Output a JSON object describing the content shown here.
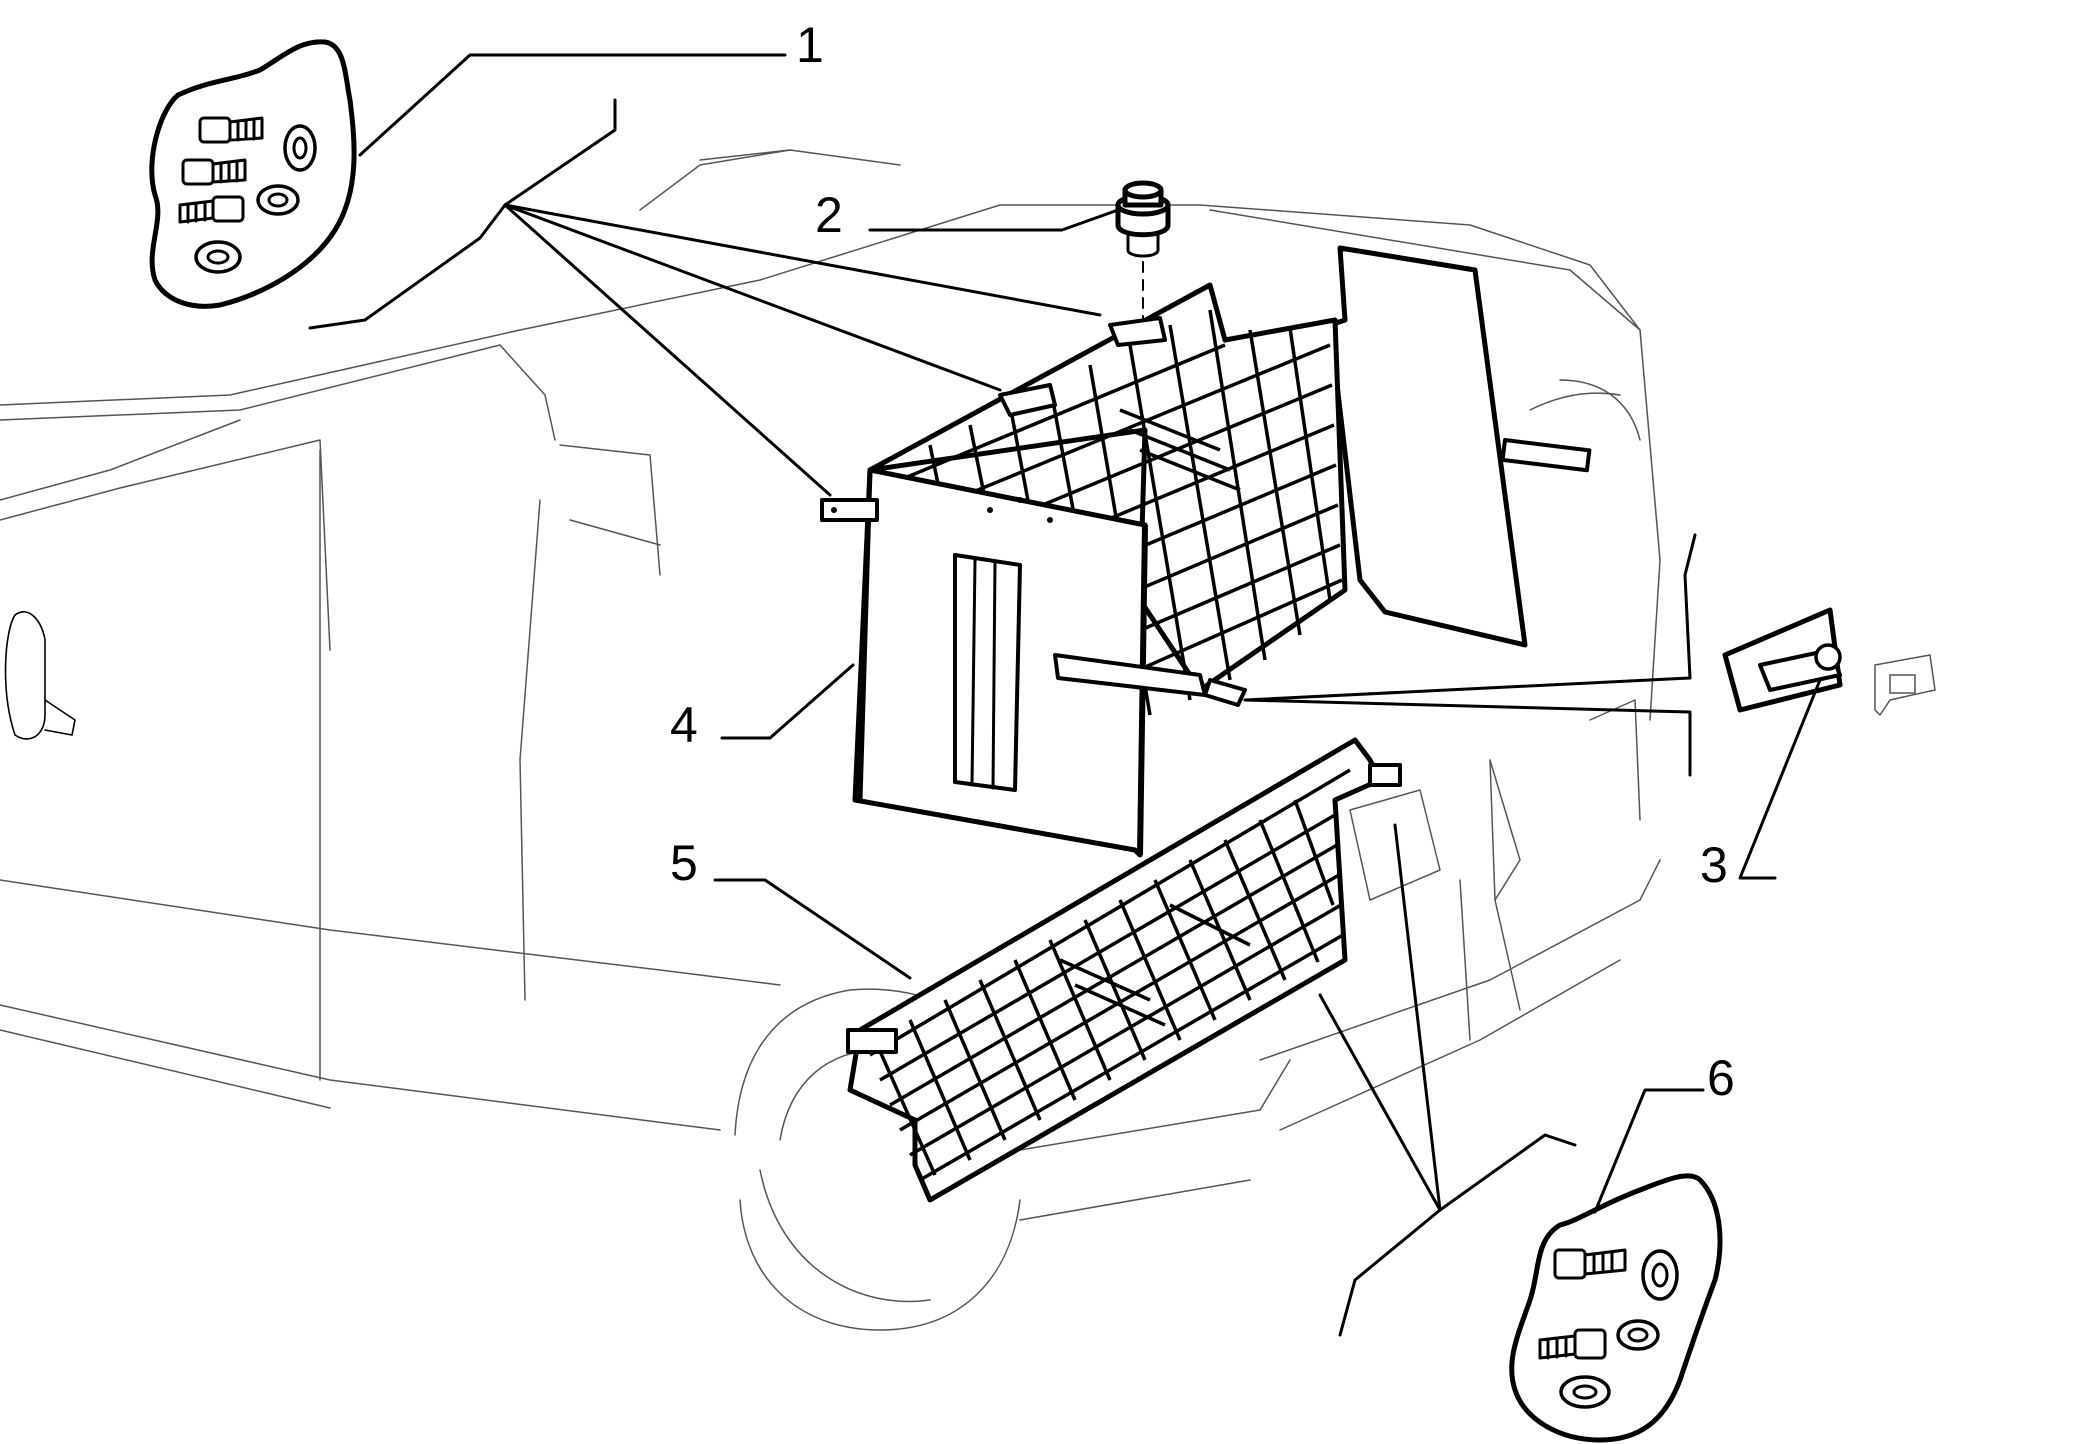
{
  "diagram": {
    "callouts": [
      {
        "id": "1",
        "label": "1"
      },
      {
        "id": "2",
        "label": "2"
      },
      {
        "id": "3",
        "label": "3"
      },
      {
        "id": "4",
        "label": "4"
      },
      {
        "id": "5",
        "label": "5"
      },
      {
        "id": "6",
        "label": "6"
      }
    ],
    "icons": [
      "car-outline",
      "hardware-kit-bolts-washers",
      "rubber-bumper-stop",
      "hinge-bracket",
      "mesh-partition-upper",
      "mesh-partition-lower"
    ],
    "colors": {
      "line": "#000000",
      "background": "#ffffff"
    }
  }
}
